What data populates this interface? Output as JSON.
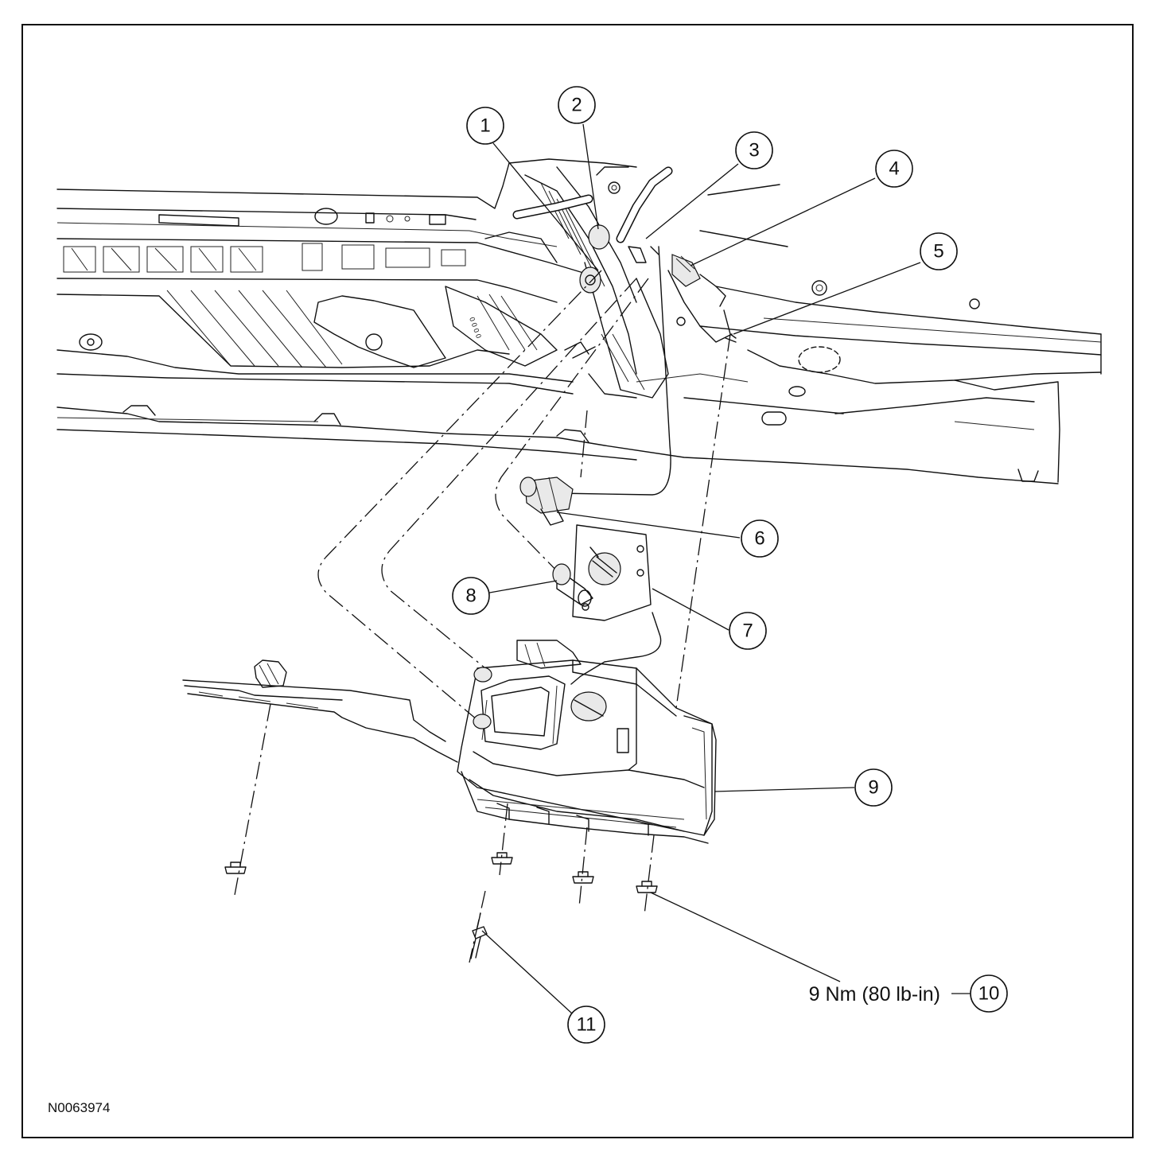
{
  "callouts": [
    {
      "id": "1",
      "label": "1"
    },
    {
      "id": "2",
      "label": "2"
    },
    {
      "id": "3",
      "label": "3"
    },
    {
      "id": "4",
      "label": "4"
    },
    {
      "id": "5",
      "label": "5"
    },
    {
      "id": "6",
      "label": "6"
    },
    {
      "id": "7",
      "label": "7"
    },
    {
      "id": "8",
      "label": "8"
    },
    {
      "id": "9",
      "label": "9"
    },
    {
      "id": "10",
      "label": "10"
    },
    {
      "id": "11",
      "label": "11"
    }
  ],
  "torque_spec": "9 Nm (80 lb-in)",
  "figure_id": "N0063974"
}
